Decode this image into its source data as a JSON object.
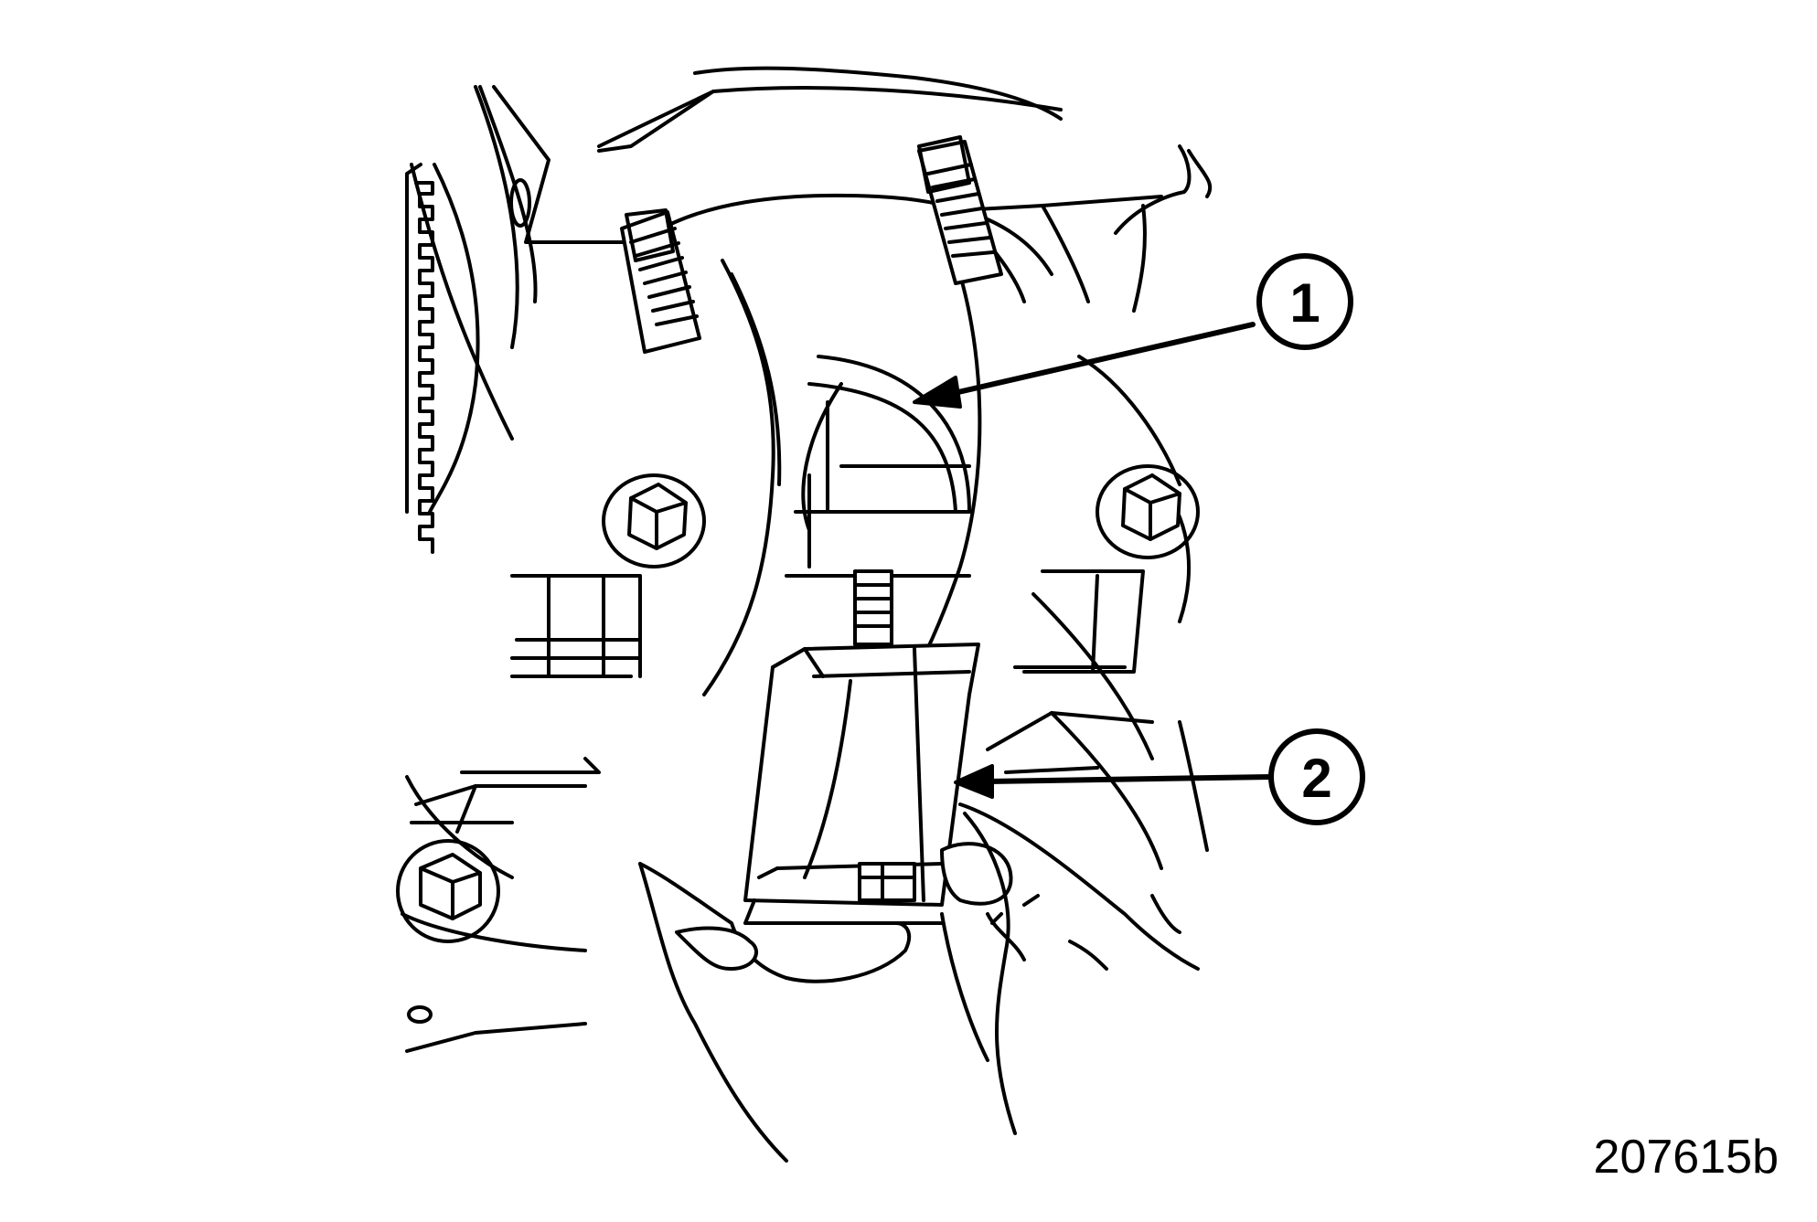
{
  "figure": {
    "figure_id": "207615b"
  },
  "callouts": [
    {
      "number": "1"
    },
    {
      "number": "2"
    }
  ],
  "colors": {
    "line": "#000000",
    "background": "#ffffff"
  }
}
